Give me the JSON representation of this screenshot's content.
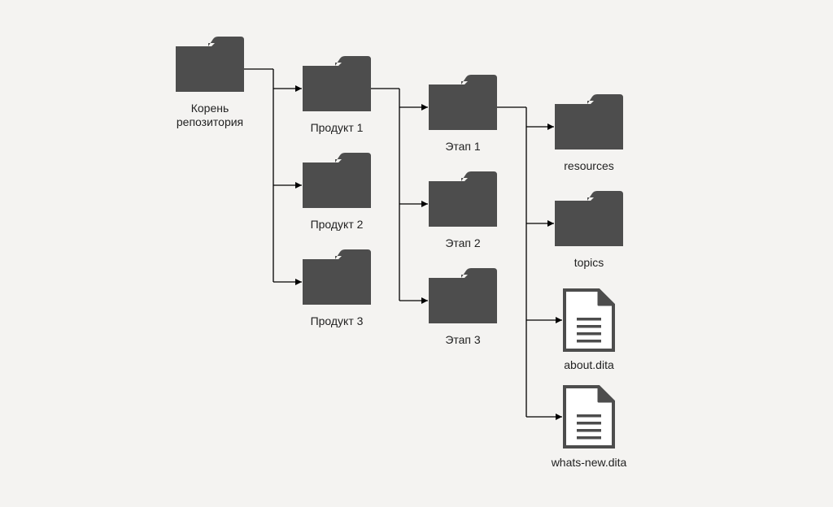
{
  "diagram": {
    "type": "folder-tree",
    "colors": {
      "background": "#f4f3f1",
      "icon_fill": "#4d4d4d",
      "line": "#000000",
      "text": "#222222"
    },
    "nodes": [
      {
        "id": "root",
        "icon": "folder-icon",
        "label": "Корень\nрепозитория"
      },
      {
        "id": "product1",
        "icon": "folder-icon",
        "label": "Продукт 1"
      },
      {
        "id": "product2",
        "icon": "folder-icon",
        "label": "Продукт 2"
      },
      {
        "id": "product3",
        "icon": "folder-icon",
        "label": "Продукт 3"
      },
      {
        "id": "stage1",
        "icon": "folder-icon",
        "label": "Этап 1"
      },
      {
        "id": "stage2",
        "icon": "folder-icon",
        "label": "Этап 2"
      },
      {
        "id": "stage3",
        "icon": "folder-icon",
        "label": "Этап 3"
      },
      {
        "id": "resources",
        "icon": "folder-icon",
        "label": "resources"
      },
      {
        "id": "topics",
        "icon": "folder-icon",
        "label": "topics"
      },
      {
        "id": "about",
        "icon": "document-icon",
        "label": "about.dita"
      },
      {
        "id": "whatsnew",
        "icon": "document-icon",
        "label": "whats-new.dita"
      }
    ],
    "edges": [
      {
        "from": "root",
        "to": "product1"
      },
      {
        "from": "root",
        "to": "product2"
      },
      {
        "from": "root",
        "to": "product3"
      },
      {
        "from": "product1",
        "to": "stage1"
      },
      {
        "from": "product1",
        "to": "stage2"
      },
      {
        "from": "product1",
        "to": "stage3"
      },
      {
        "from": "stage1",
        "to": "resources"
      },
      {
        "from": "stage1",
        "to": "topics"
      },
      {
        "from": "stage1",
        "to": "about"
      },
      {
        "from": "stage1",
        "to": "whatsnew"
      }
    ]
  }
}
